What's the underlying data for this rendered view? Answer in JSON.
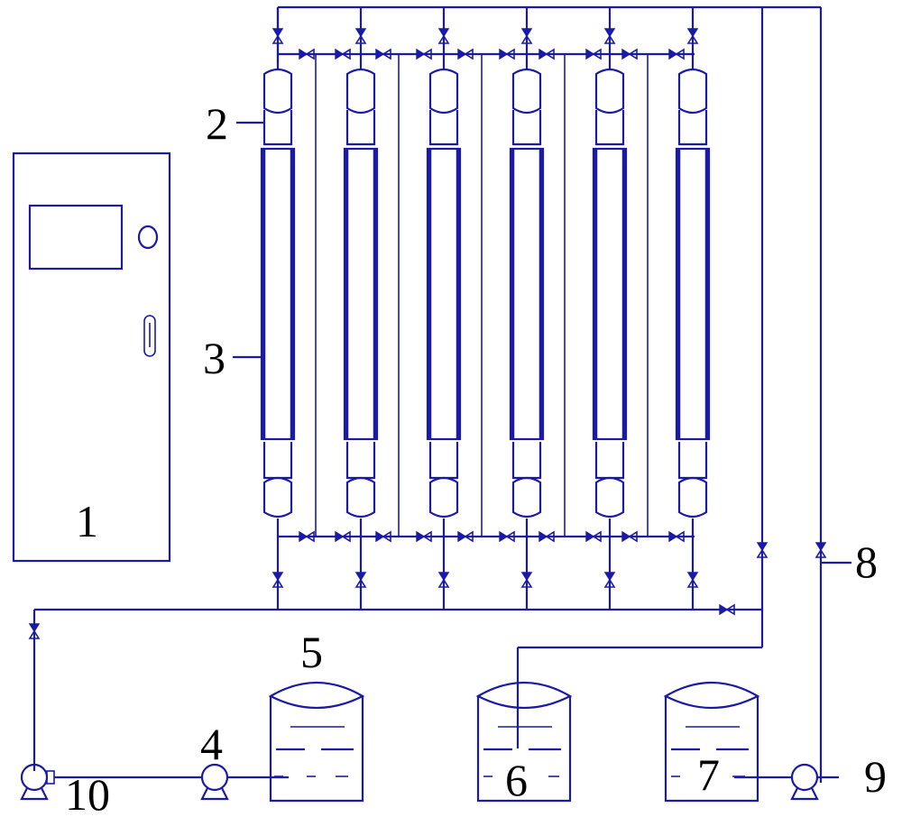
{
  "diagram": {
    "labels": {
      "l1": "1",
      "l2": "2",
      "l3": "3",
      "l4": "4",
      "l5": "5",
      "l6": "6",
      "l7": "7",
      "l8": "8",
      "l9": "9",
      "l10": "10"
    },
    "line_color": "#1a1aa6"
  }
}
